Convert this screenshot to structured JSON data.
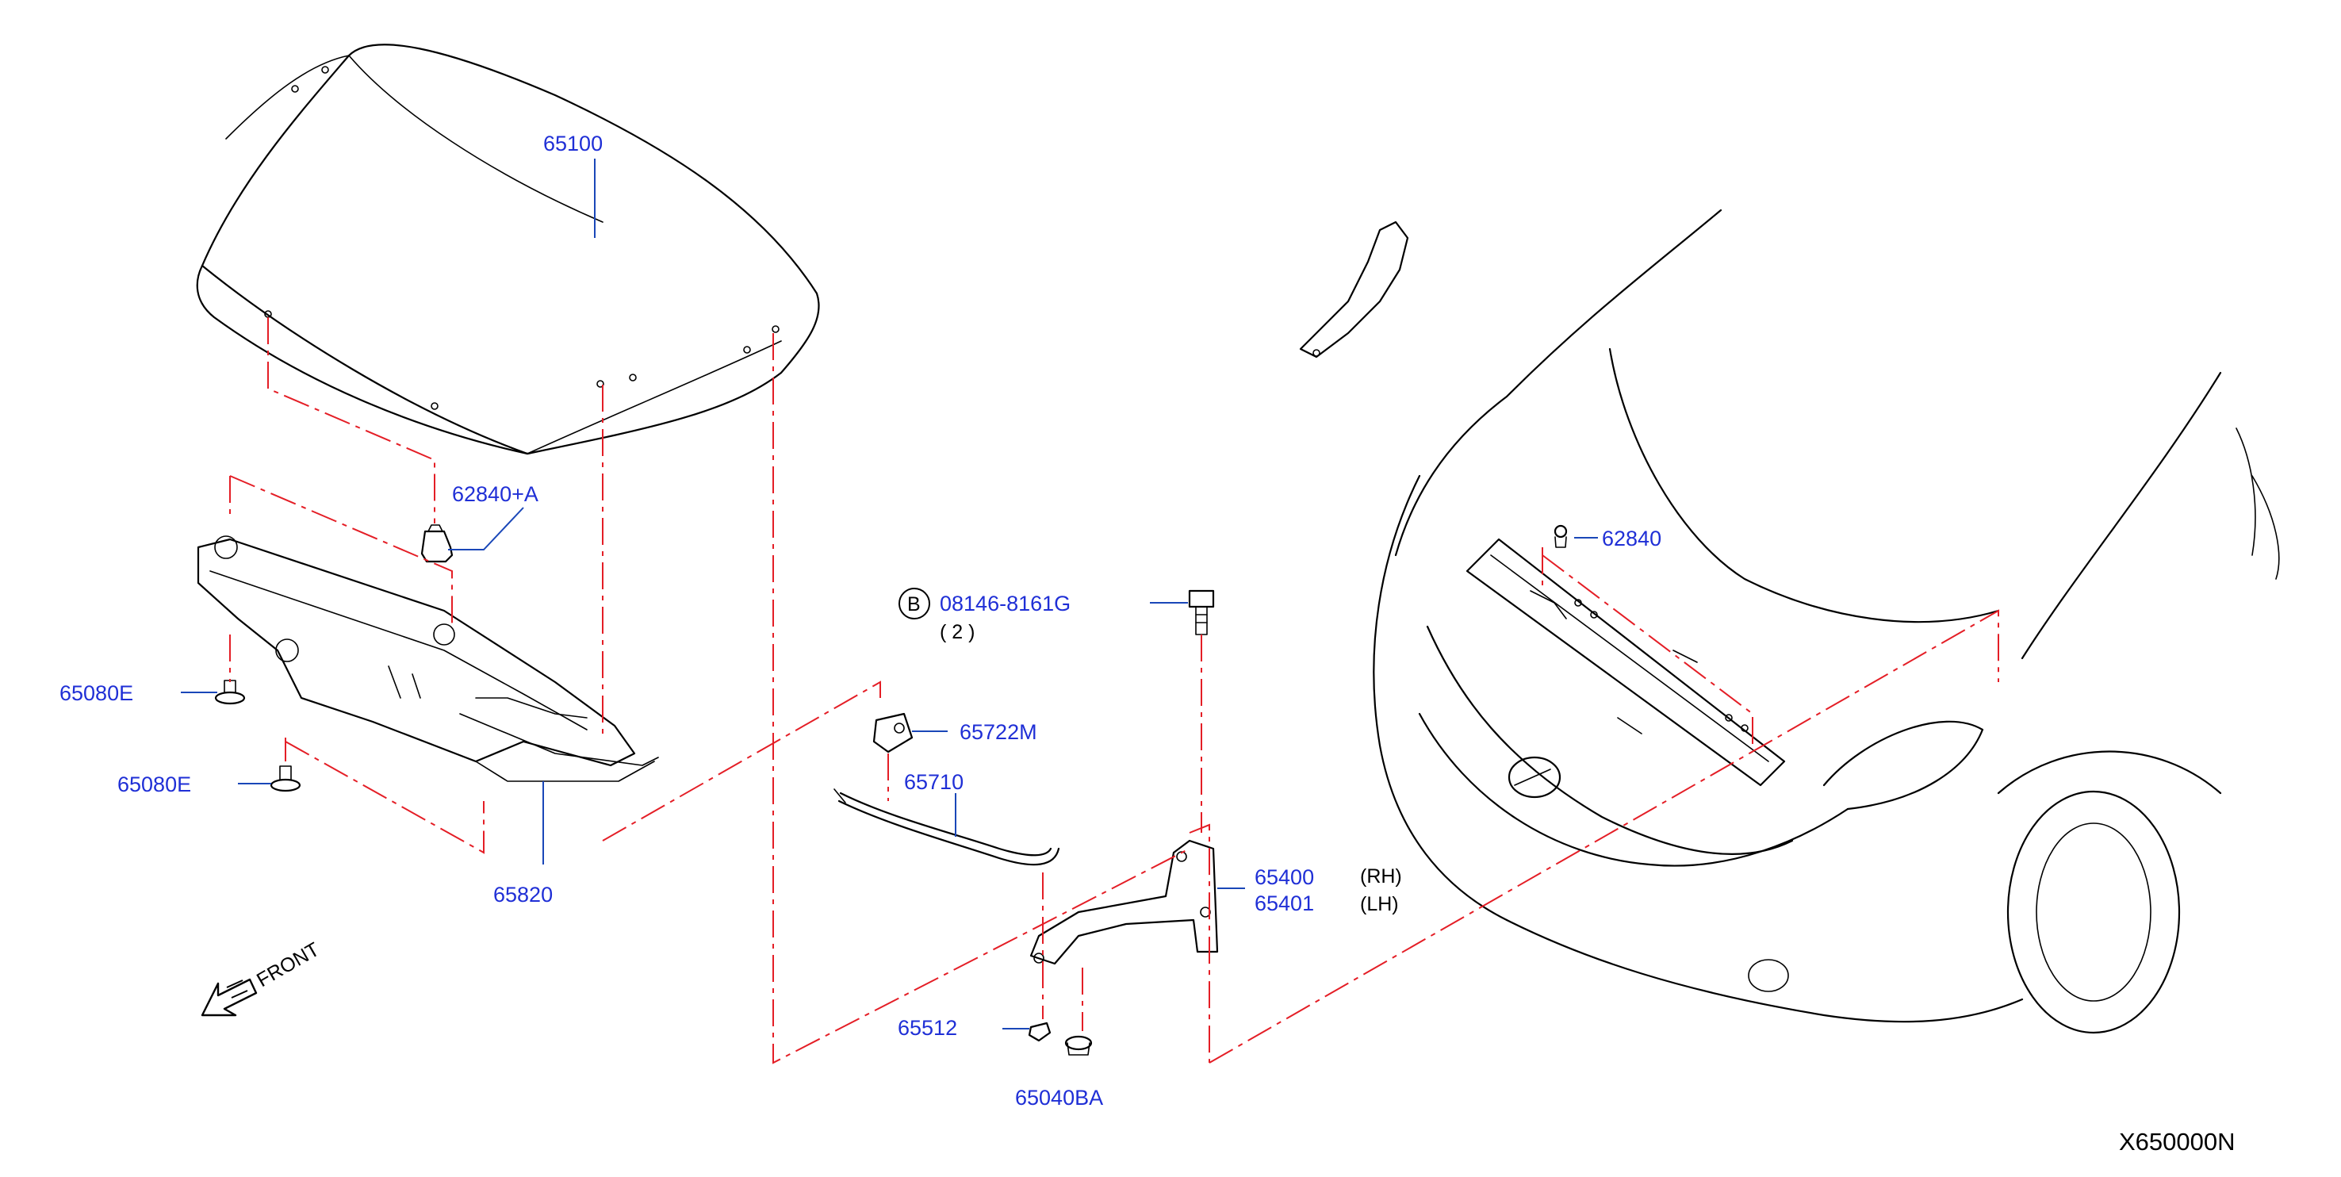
{
  "parts": {
    "hood_panel": "65100",
    "hood_bumper_a": "62840+A",
    "hood_bumper": "62840",
    "clip_upper": "65080E",
    "clip_lower": "65080E",
    "hood_seal": "65820",
    "bolt": "08146-8161G",
    "bolt_qty": "( 2 )",
    "bolt_marker": "B",
    "clip_65722": "65722M",
    "support_rod": "65710",
    "hinge_rh": "65400",
    "hinge_lh": "65401",
    "grommet": "65512",
    "nut": "65040BA"
  },
  "notes": {
    "rh": "(RH)",
    "lh": "(LH)",
    "front": "FRONT"
  },
  "diagram_code": "X650000N",
  "colors": {
    "part_label": "#1f2fd6",
    "phantom_line": "#e41e26",
    "leader_line": "#1a47b8",
    "outline": "#000000"
  },
  "icons": {
    "front_arrow": "front-direction-arrow-icon"
  }
}
